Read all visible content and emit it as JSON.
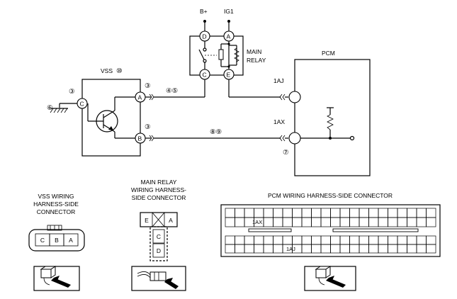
{
  "labels": {
    "b_plus": "B+",
    "ig1": "IG1",
    "main_relay_1": "MAIN",
    "main_relay_2": "RELAY",
    "pcm": "PCM",
    "vss": "VSS",
    "vss_num": "⑩",
    "pin_1aj": "1AJ",
    "pin_1ax": "1AX"
  },
  "pins": {
    "relay_d": "D",
    "relay_a": "A",
    "relay_c": "C",
    "relay_e": "E",
    "vss_a": "A",
    "vss_b": "B",
    "vss_c": "C"
  },
  "notes": {
    "vss_a_ref": "③",
    "vss_b_ref": "③",
    "vss_c_ref": "③",
    "ground_ref": "⑥",
    "wire_a_ref": "④⑤",
    "wire_b_ref": "⑧⑨",
    "pcm_1ax_ref": "⑦"
  },
  "connectors": {
    "vss_title": [
      "VSS WIRING",
      "HARNESS-SIDE",
      "CONNECTOR"
    ],
    "vss_cells": [
      "C",
      "B",
      "A"
    ],
    "relay_title": [
      "MAIN RELAY",
      "WIRING HARNESS-",
      "SIDE CONNECTOR"
    ],
    "relay_top_cells": [
      "E",
      "A"
    ],
    "relay_bottom_cells": [
      "C",
      "D"
    ],
    "pcm_title": "PCM WIRING HARNESS-SIDE CONNECTOR",
    "pcm_row1_label": "1AX",
    "pcm_row2_label": "1AJ"
  }
}
